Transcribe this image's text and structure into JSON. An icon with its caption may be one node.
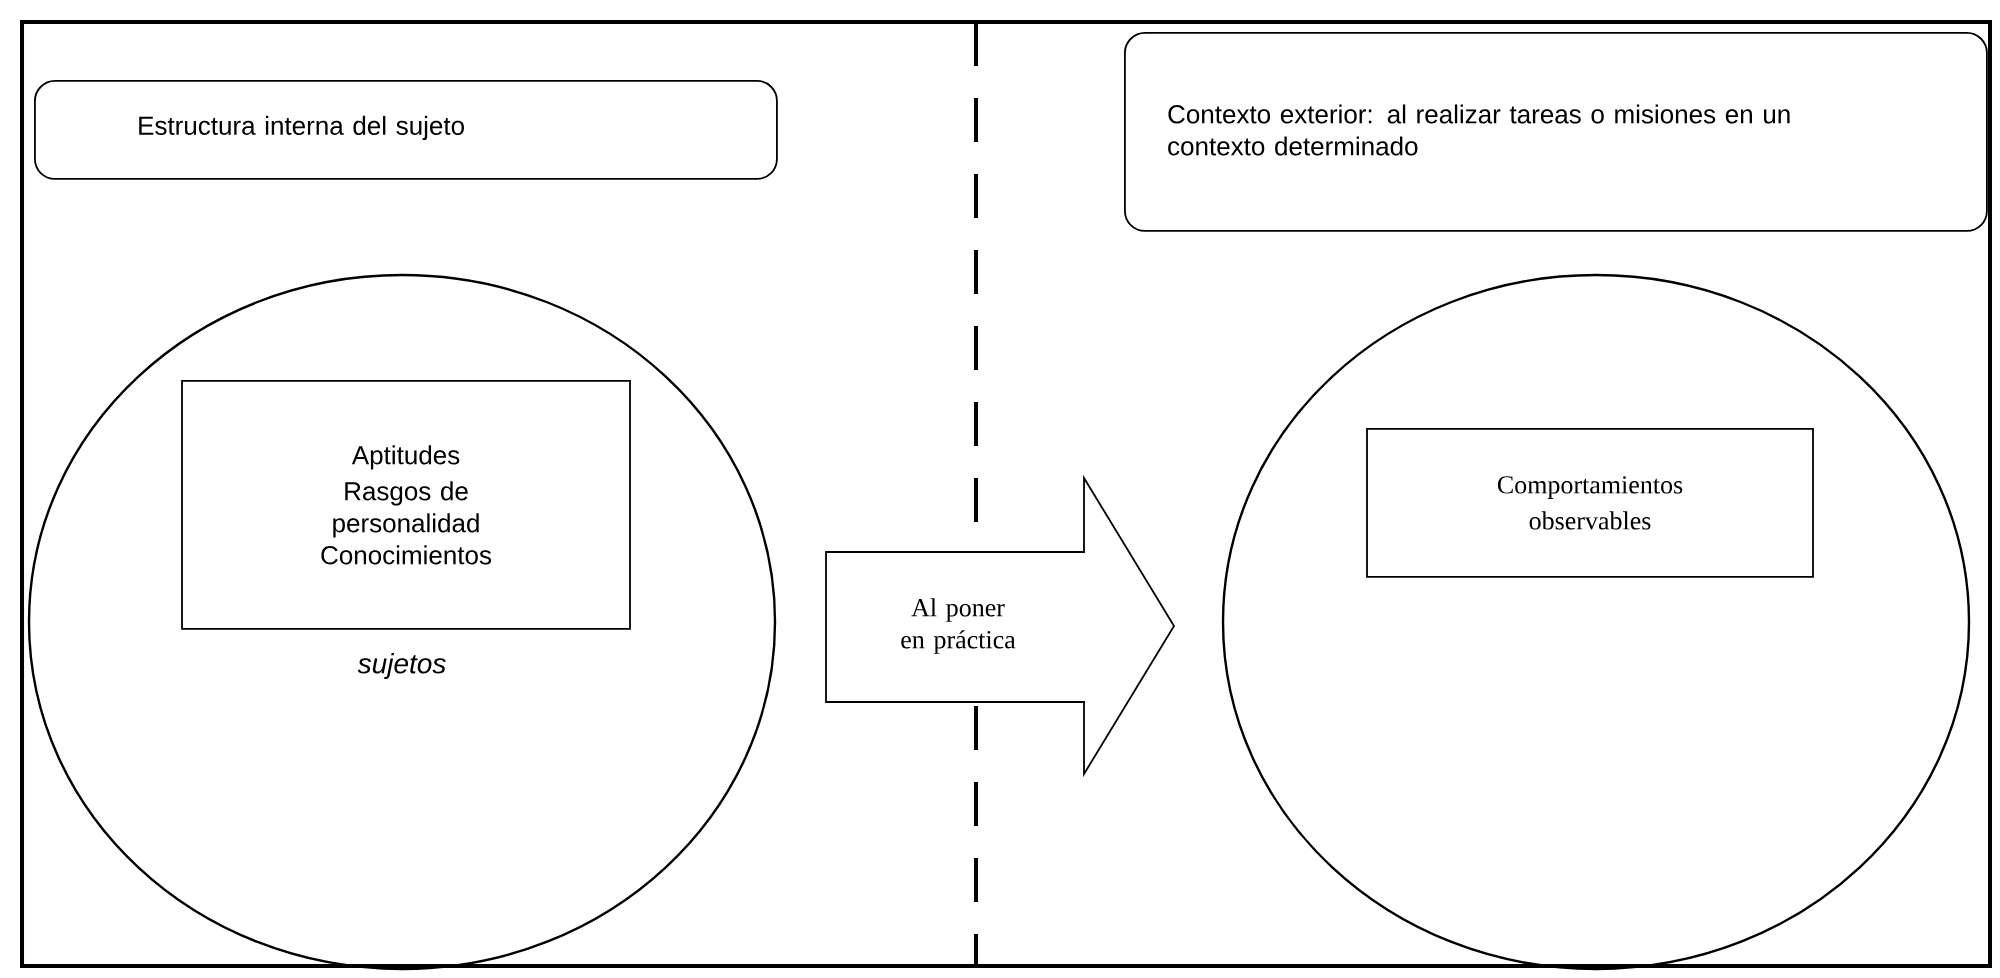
{
  "diagram": {
    "nodes": [
      {
        "text": [
          "Estructura interna del sujeto"
        ]
      },
      {
        "text": [
          "Contexto exterior: al realizar tareas o misiones en un contexto determinado"
        ]
      },
      {
        "text": [
          "sujetos"
        ]
      },
      {
        "text": [
          "Aptitudes Rasgos de personalidad Conocimientos"
        ],
        "in": 2
      },
      {
        "text": [
          "Al poner en práctica"
        ]
      },
      {
        "text": [],
        "shape": "circle"
      },
      {
        "text": [
          "Comportamientos observables"
        ],
        "in": 5
      }
    ]
  }
}
